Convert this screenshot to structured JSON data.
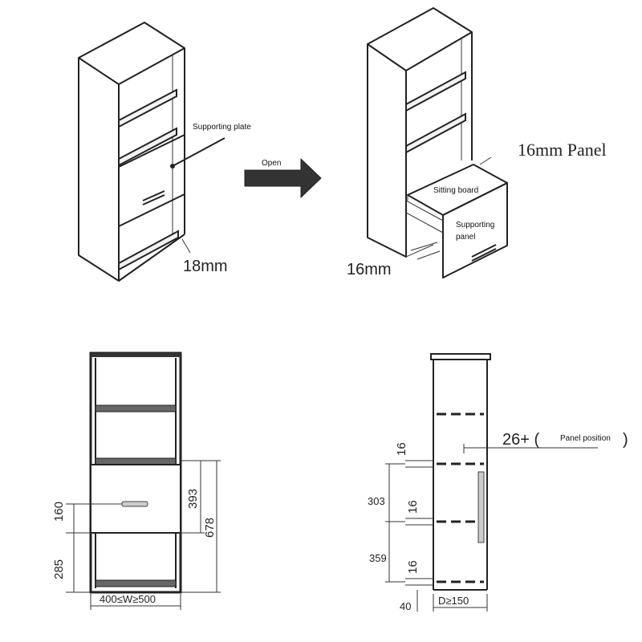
{
  "top_left": {
    "supporting_plate": "Supporting plate",
    "thickness": "18mm"
  },
  "arrow": {
    "label": "Open"
  },
  "top_right": {
    "panel": "16mm Panel",
    "sitting_board": "Sitting board",
    "supporting_panel_line1": "Supporting",
    "supporting_panel_line2": "panel",
    "thickness": "16mm"
  },
  "front_view": {
    "dim_160": "160",
    "dim_285": "285",
    "dim_393": "393",
    "dim_678": "678",
    "width": "400≤W≥500"
  },
  "side_view": {
    "panel_pos_value": "26+ (",
    "panel_pos_label": "Panel position",
    "panel_pos_close": ")",
    "dim_16_a": "16",
    "dim_16_b": "16",
    "dim_16_c": "16",
    "dim_303": "303",
    "dim_359": "359",
    "dim_40": "40",
    "depth": "D≥150"
  }
}
